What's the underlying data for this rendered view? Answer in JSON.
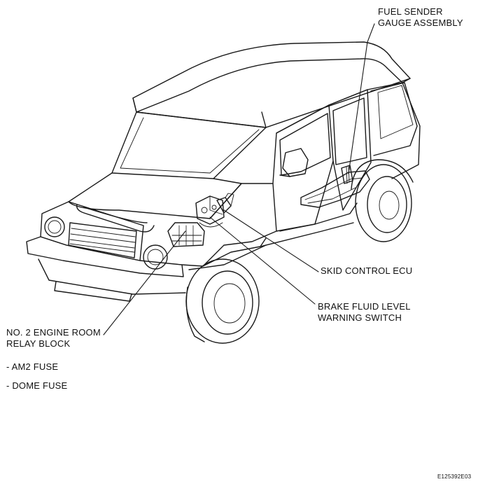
{
  "labels": {
    "fuel_sender": {
      "line1": "FUEL SENDER",
      "line2": "GAUGE ASSEMBLY"
    },
    "skid_control": {
      "line1": "SKID CONTROL ECU"
    },
    "brake_fluid": {
      "line1": "BRAKE FLUID LEVEL",
      "line2": "WARNING SWITCH"
    },
    "relay_block": {
      "line1": "NO. 2 ENGINE ROOM",
      "line2": "RELAY BLOCK"
    },
    "fuses": [
      "- AM2 FUSE",
      "- DOME FUSE"
    ]
  },
  "figure_code": "E125392E03",
  "colors": {
    "line": "#1a1a1a",
    "background": "#ffffff"
  }
}
